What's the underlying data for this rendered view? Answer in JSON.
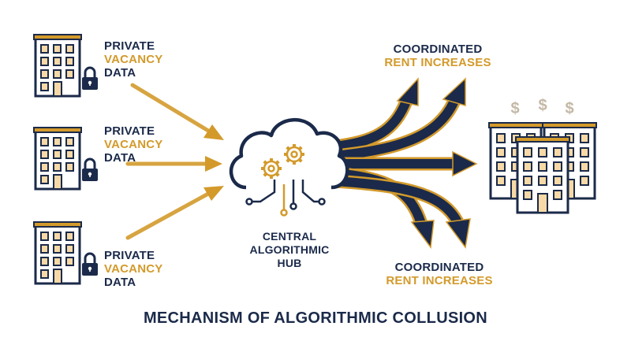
{
  "sources": [
    {
      "line1": "PRIVATE",
      "line2": "VACANCY",
      "line3": "DATA"
    },
    {
      "line1": "PRIVATE",
      "line2": "VACANCY",
      "line3": "DATA"
    },
    {
      "line1": "PRIVATE",
      "line2": "VACANCY",
      "line3": "DATA"
    }
  ],
  "hub": {
    "line1": "CENTRAL",
    "line2": "ALGORITHMIC",
    "line3": "HUB"
  },
  "outputs": {
    "top": {
      "line1": "COORDINATED",
      "line2": "RENT INCREASES"
    },
    "bottom": {
      "line1": "COORDINATED",
      "line2": "RENT INCREASES"
    }
  },
  "dollar_signs": [
    "$",
    "$",
    "$"
  ],
  "title": "MECHANISM OF ALGORITHMIC COLLUSION",
  "colors": {
    "navy": "#1b2a4a",
    "gold": "#d39a2b",
    "window": "#f6d9a6",
    "dollar": "#c4b8a6"
  }
}
